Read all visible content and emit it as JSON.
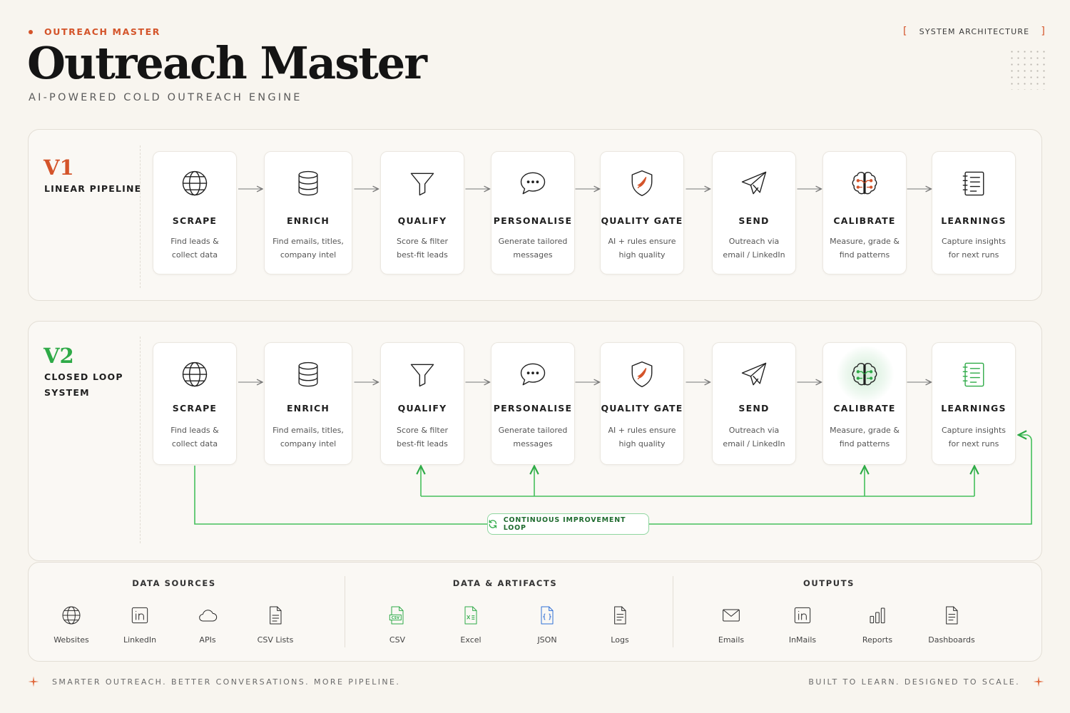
{
  "header": {
    "eyebrow": "OUTREACH MASTER",
    "title": "Outreach Master",
    "subtitle": "AI-POWERED COLD OUTREACH ENGINE",
    "tag_open": "[",
    "tag": "SYSTEM ARCHITECTURE",
    "tag_close": "]"
  },
  "colors": {
    "accent_orange": "#d4542a",
    "accent_green": "#2eaa47",
    "text": "#1f1f1f",
    "background": "#f8f5ef"
  },
  "v1": {
    "version": "V1",
    "label": "LINEAR PIPELINE",
    "steps": [
      {
        "icon": "globe-icon",
        "name": "SCRAPE",
        "desc": "Find leads &\ncollect data"
      },
      {
        "icon": "database-icon",
        "name": "ENRICH",
        "desc": "Find emails, titles,\ncompany intel"
      },
      {
        "icon": "funnel-icon",
        "name": "QUALIFY",
        "desc": "Score & filter\nbest-fit leads"
      },
      {
        "icon": "chat-bubble-icon",
        "name": "PERSONALISE",
        "desc": "Generate tailored\nmessages"
      },
      {
        "icon": "shield-icon",
        "name": "QUALITY GATE",
        "desc": "AI + rules ensure\nhigh quality"
      },
      {
        "icon": "paper-plane-icon",
        "name": "SEND",
        "desc": "Outreach via\nemail / LinkedIn"
      },
      {
        "icon": "brain-icon",
        "name": "CALIBRATE",
        "desc": "Measure, grade &\nfind patterns"
      },
      {
        "icon": "notebook-icon",
        "name": "LEARNINGS",
        "desc": "Capture insights\nfor next runs"
      }
    ]
  },
  "v2": {
    "version": "V2",
    "label": "CLOSED LOOP\nSYSTEM",
    "steps": [
      {
        "icon": "globe-icon",
        "name": "SCRAPE",
        "desc": "Find leads &\ncollect data"
      },
      {
        "icon": "database-icon",
        "name": "ENRICH",
        "desc": "Find emails, titles,\ncompany intel"
      },
      {
        "icon": "funnel-icon",
        "name": "QUALIFY",
        "desc": "Score & filter\nbest-fit leads"
      },
      {
        "icon": "chat-bubble-icon",
        "name": "PERSONALISE",
        "desc": "Generate tailored\nmessages"
      },
      {
        "icon": "shield-icon",
        "name": "QUALITY GATE",
        "desc": "AI + rules ensure\nhigh quality"
      },
      {
        "icon": "paper-plane-icon",
        "name": "SEND",
        "desc": "Outreach via\nemail / LinkedIn"
      },
      {
        "icon": "brain-icon",
        "name": "CALIBRATE",
        "desc": "Measure, grade &\nfind patterns"
      },
      {
        "icon": "notebook-icon",
        "name": "LEARNINGS",
        "desc": "Capture insights\nfor next runs"
      }
    ],
    "loop_label": "CONTINUOUS IMPROVEMENT LOOP"
  },
  "bottom": {
    "sources": {
      "title": "DATA SOURCES",
      "items": [
        {
          "icon": "globe-icon",
          "label": "Websites"
        },
        {
          "icon": "linkedin-icon",
          "label": "LinkedIn"
        },
        {
          "icon": "cloud-icon",
          "label": "APIs"
        },
        {
          "icon": "document-icon",
          "label": "CSV Lists"
        }
      ]
    },
    "artifacts": {
      "title": "DATA & ARTIFACTS",
      "items": [
        {
          "icon": "csv-file-icon",
          "label": "CSV"
        },
        {
          "icon": "excel-file-icon",
          "label": "Excel"
        },
        {
          "icon": "json-file-icon",
          "label": "JSON"
        },
        {
          "icon": "log-file-icon",
          "label": "Logs"
        }
      ]
    },
    "outputs": {
      "title": "OUTPUTS",
      "items": [
        {
          "icon": "envelope-icon",
          "label": "Emails"
        },
        {
          "icon": "linkedin-icon",
          "label": "InMails"
        },
        {
          "icon": "bar-chart-icon",
          "label": "Reports"
        },
        {
          "icon": "dashboard-doc-icon",
          "label": "Dashboards"
        }
      ]
    }
  },
  "footer": {
    "left": "SMARTER OUTREACH. BETTER CONVERSATIONS. MORE PIPELINE.",
    "right": "BUILT TO LEARN. DESIGNED TO SCALE."
  }
}
